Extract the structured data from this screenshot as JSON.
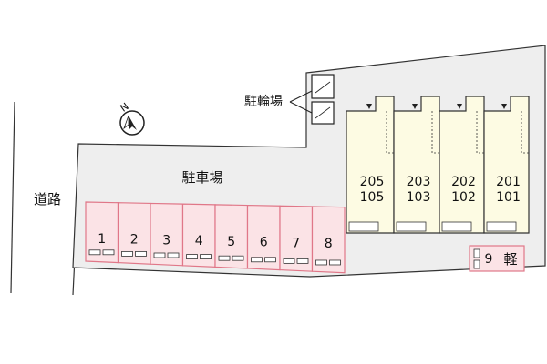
{
  "labels": {
    "road": "道路",
    "parking": "駐車場",
    "bicycle_parking": "駐輪場",
    "compass": "N"
  },
  "parking_spaces": [
    "1",
    "2",
    "3",
    "4",
    "5",
    "6",
    "7",
    "8"
  ],
  "kei_space": {
    "number": "9",
    "label": "軽"
  },
  "buildings": [
    {
      "upper": "205",
      "lower": "105"
    },
    {
      "upper": "203",
      "lower": "103"
    },
    {
      "upper": "202",
      "lower": "102"
    },
    {
      "upper": "201",
      "lower": "101"
    }
  ],
  "colors": {
    "lot_fill": "#eeeeee",
    "building_fill": "#fdfbe3",
    "parking_fill": "#fbe3e6",
    "parking_stroke": "#e07788"
  }
}
